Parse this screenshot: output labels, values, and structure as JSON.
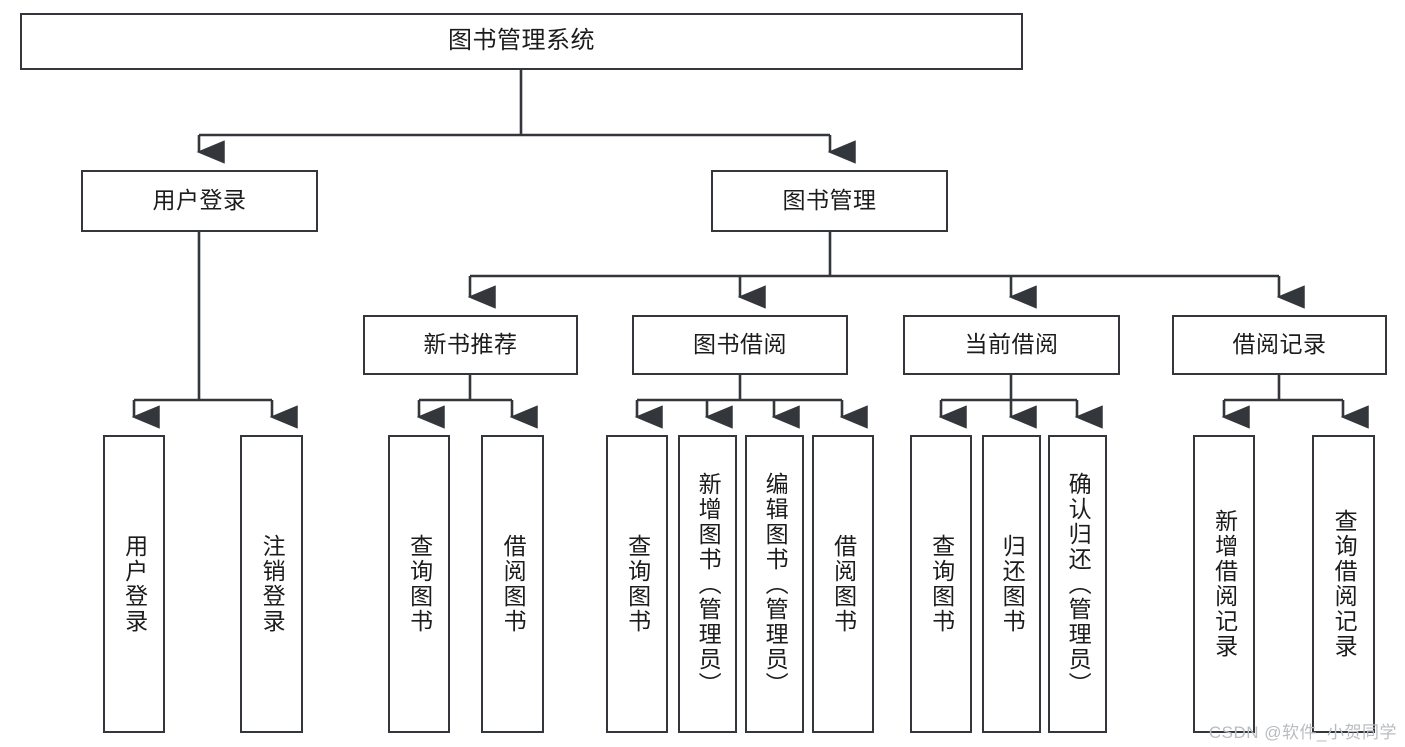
{
  "diagram": {
    "title": "图书管理系统",
    "type": "function-hierarchy-tree",
    "colors": {
      "box_border": "#33363b",
      "box_fill": "#ffffff",
      "edge": "#33363b",
      "text": "#1c1c1c",
      "watermark": "#b9bcc0",
      "background": "#ffffff"
    },
    "root": {
      "id": "root",
      "label": "图书管理系统"
    },
    "level2": [
      {
        "id": "user-login",
        "label": "用户登录"
      },
      {
        "id": "book-management",
        "label": "图书管理"
      }
    ],
    "level3": [
      {
        "id": "new-book-recommend",
        "label": "新书推荐",
        "parent": "book-management"
      },
      {
        "id": "book-borrow",
        "label": "图书借阅",
        "parent": "book-management"
      },
      {
        "id": "current-borrow",
        "label": "当前借阅",
        "parent": "book-management"
      },
      {
        "id": "borrow-record",
        "label": "借阅记录",
        "parent": "book-management"
      }
    ],
    "leaves": [
      {
        "id": "leaf-user-login",
        "label": "用户登录",
        "parent": "user-login"
      },
      {
        "id": "leaf-logout",
        "label": "注销登录",
        "parent": "user-login"
      },
      {
        "id": "leaf-query-book-1",
        "label": "查询图书",
        "parent": "new-book-recommend"
      },
      {
        "id": "leaf-borrow-book-1",
        "label": "借阅图书",
        "parent": "new-book-recommend"
      },
      {
        "id": "leaf-query-book-2",
        "label": "查询图书",
        "parent": "book-borrow"
      },
      {
        "id": "leaf-add-book",
        "label": "新增图书（管理员）",
        "parent": "book-borrow"
      },
      {
        "id": "leaf-edit-book",
        "label": "编辑图书（管理员）",
        "parent": "book-borrow"
      },
      {
        "id": "leaf-borrow-book-2",
        "label": "借阅图书",
        "parent": "book-borrow"
      },
      {
        "id": "leaf-query-book-3",
        "label": "查询图书",
        "parent": "current-borrow"
      },
      {
        "id": "leaf-return-book",
        "label": "归还图书",
        "parent": "current-borrow"
      },
      {
        "id": "leaf-confirm-return",
        "label": "确认归还（管理员）",
        "parent": "current-borrow"
      },
      {
        "id": "leaf-add-record",
        "label": "新增借阅记录",
        "parent": "borrow-record"
      },
      {
        "id": "leaf-query-record",
        "label": "查询借阅记录",
        "parent": "borrow-record"
      }
    ],
    "watermark": "CSDN @软件_小贺同学"
  }
}
